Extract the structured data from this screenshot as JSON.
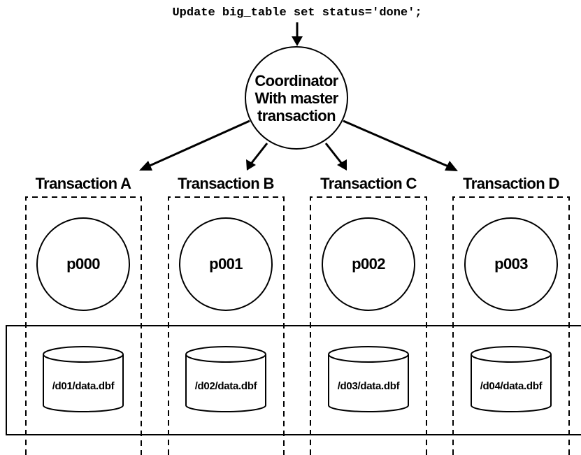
{
  "sql_statement": "Update big_table set status='done';",
  "coordinator": {
    "lines": [
      "Coordinator",
      "With master",
      "transaction"
    ]
  },
  "transactions": [
    {
      "label": "Transaction A",
      "process": "p000",
      "file": "/d01/data.dbf"
    },
    {
      "label": "Transaction B",
      "process": "p001",
      "file": "/d02/data.dbf"
    },
    {
      "label": "Transaction C",
      "process": "p002",
      "file": "/d03/data.dbf"
    },
    {
      "label": "Transaction D",
      "process": "p003",
      "file": "/d04/data.dbf"
    }
  ]
}
